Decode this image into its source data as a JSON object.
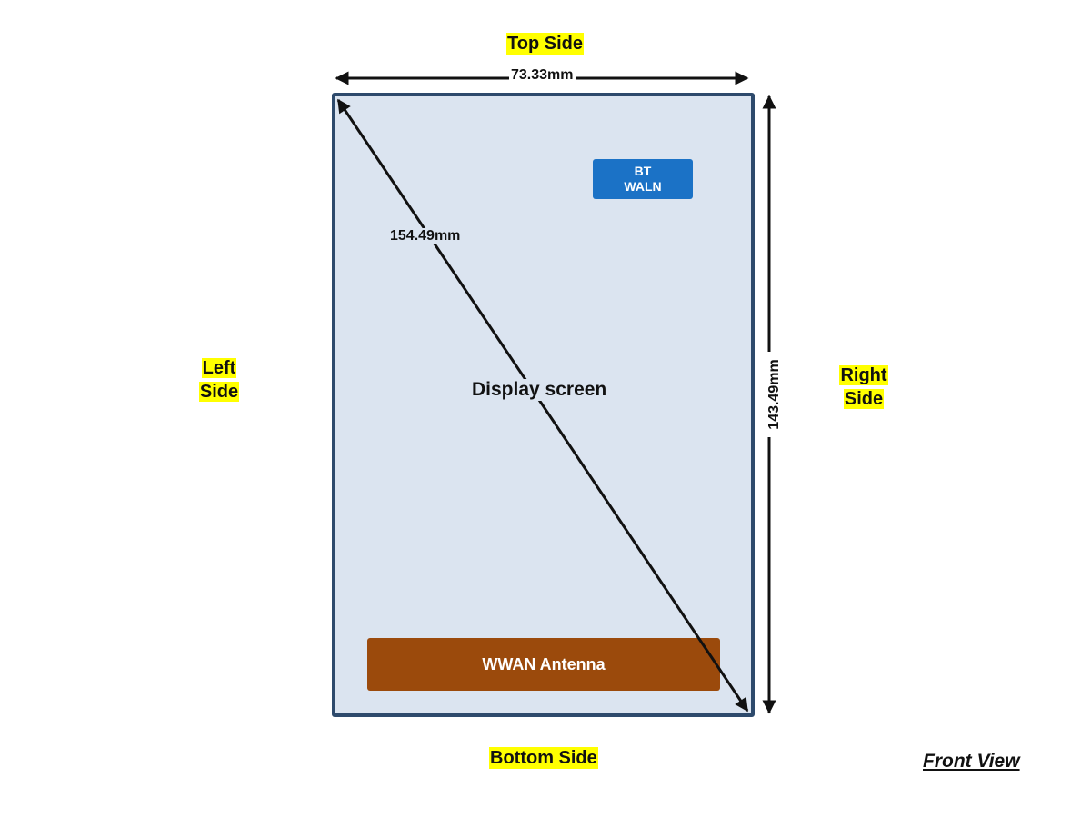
{
  "labels": {
    "top_side": "Top Side",
    "bottom_side": "Bottom Side",
    "left_side_line1": "Left",
    "left_side_line2": "Side",
    "right_side_line1": "Right",
    "right_side_line2": "Side",
    "front_view": "Front View"
  },
  "dimensions": {
    "width": "73.33mm",
    "height": "143.49mm",
    "diagonal": "154.49mm"
  },
  "device": {
    "display_label": "Display screen",
    "bt_line1": "BT",
    "bt_line2": "WALN",
    "wwan_label": "WWAN Antenna"
  },
  "colors": {
    "highlight": "#ffff00",
    "device_border": "#2e4a6c",
    "device_fill": "#dbe4f0",
    "bt_box": "#1b72c6",
    "wwan_box": "#9b4a0c"
  }
}
